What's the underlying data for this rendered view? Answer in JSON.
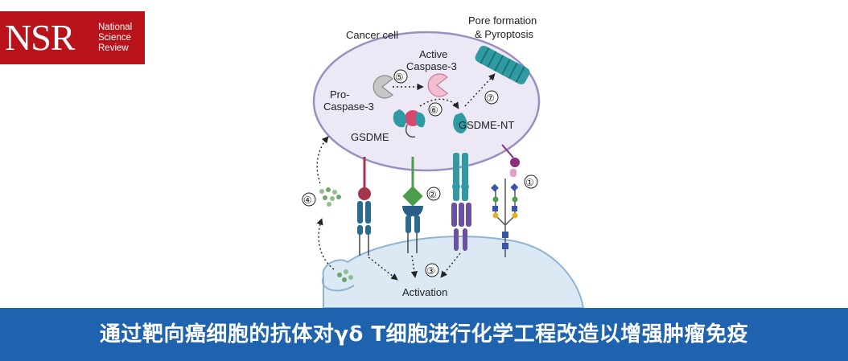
{
  "logo": {
    "abbr": "NSR",
    "line1": "National",
    "line2": "Science",
    "line3": "Review"
  },
  "diagram": {
    "cancer_cell": "Cancer cell",
    "pore_line1": "Pore formation",
    "pore_line2": "& Pyroptosis",
    "active_line1": "Active",
    "active_line2": "Caspase-3",
    "pro_line1": "Pro-",
    "pro_line2": "Caspase-3",
    "gsdme": "GSDME",
    "gsdme_nt": "GSDME-NT",
    "activation": "Activation",
    "steps": [
      "①",
      "②",
      "③",
      "④",
      "⑤",
      "⑥",
      "⑦"
    ]
  },
  "banner": {
    "text": "通过靶向癌细胞的抗体对γδ T细胞进行化学工程改造以增强肿瘤免疫"
  },
  "colors": {
    "brand_red": "#b8121b",
    "banner_blue": "#1f63ae",
    "cancer_cell_fill": "#ece8f5",
    "cancer_cell_stroke": "#9a8fc0",
    "t_cell_fill": "#dbe9f4",
    "t_cell_stroke": "#8fb4d3",
    "gsdme_teal": "#2f9aa2"
  }
}
